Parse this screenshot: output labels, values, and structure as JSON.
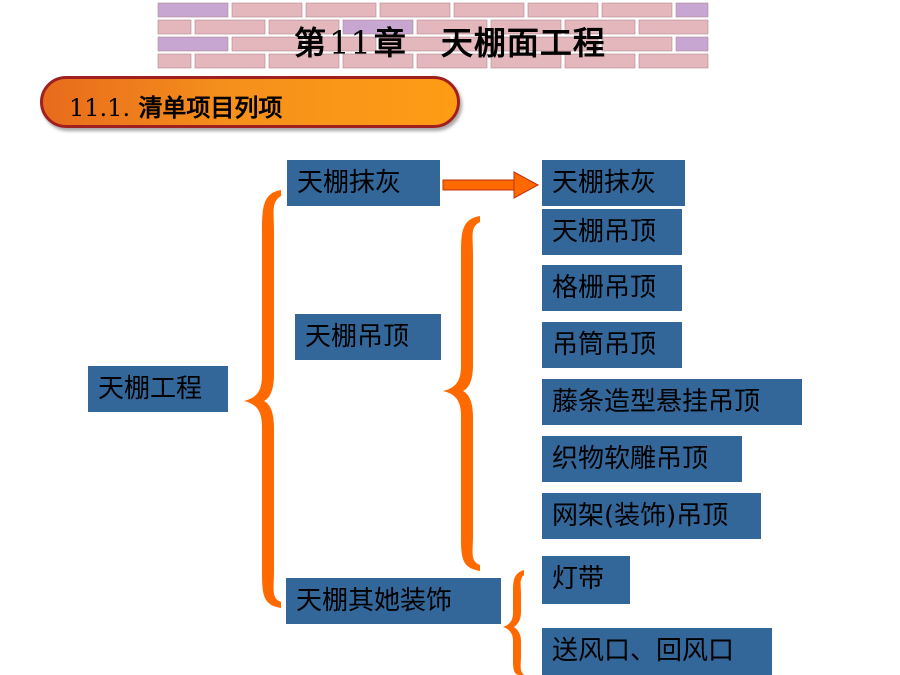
{
  "header": {
    "title_prefix": "第",
    "title_number": "11",
    "title_chapter": "章",
    "title_name": "天棚面工程"
  },
  "section": {
    "number": "11.1.",
    "label": "清单项目列项"
  },
  "diagram": {
    "root": "天棚工程",
    "categories": {
      "plaster": "天棚抹灰",
      "ceiling": "天棚吊顶",
      "other": "天棚其她装饰"
    },
    "plaster_items": [
      "天棚抹灰"
    ],
    "ceiling_items": [
      "天棚吊顶",
      "格栅吊顶",
      "吊筒吊顶",
      "藤条造型悬挂吊顶",
      "织物软雕吊顶",
      "网架(装饰)吊顶"
    ],
    "other_items": [
      "灯带",
      "送风口、回风口"
    ]
  },
  "colors": {
    "box_fill": "#336699",
    "brace": "#ff6a00",
    "section_bar": "#f5901c",
    "section_border": "#a02020",
    "brick_pink": "#e4b7bc",
    "brick_lilac": "#c8a6d2",
    "mortar": "#ffffff"
  }
}
